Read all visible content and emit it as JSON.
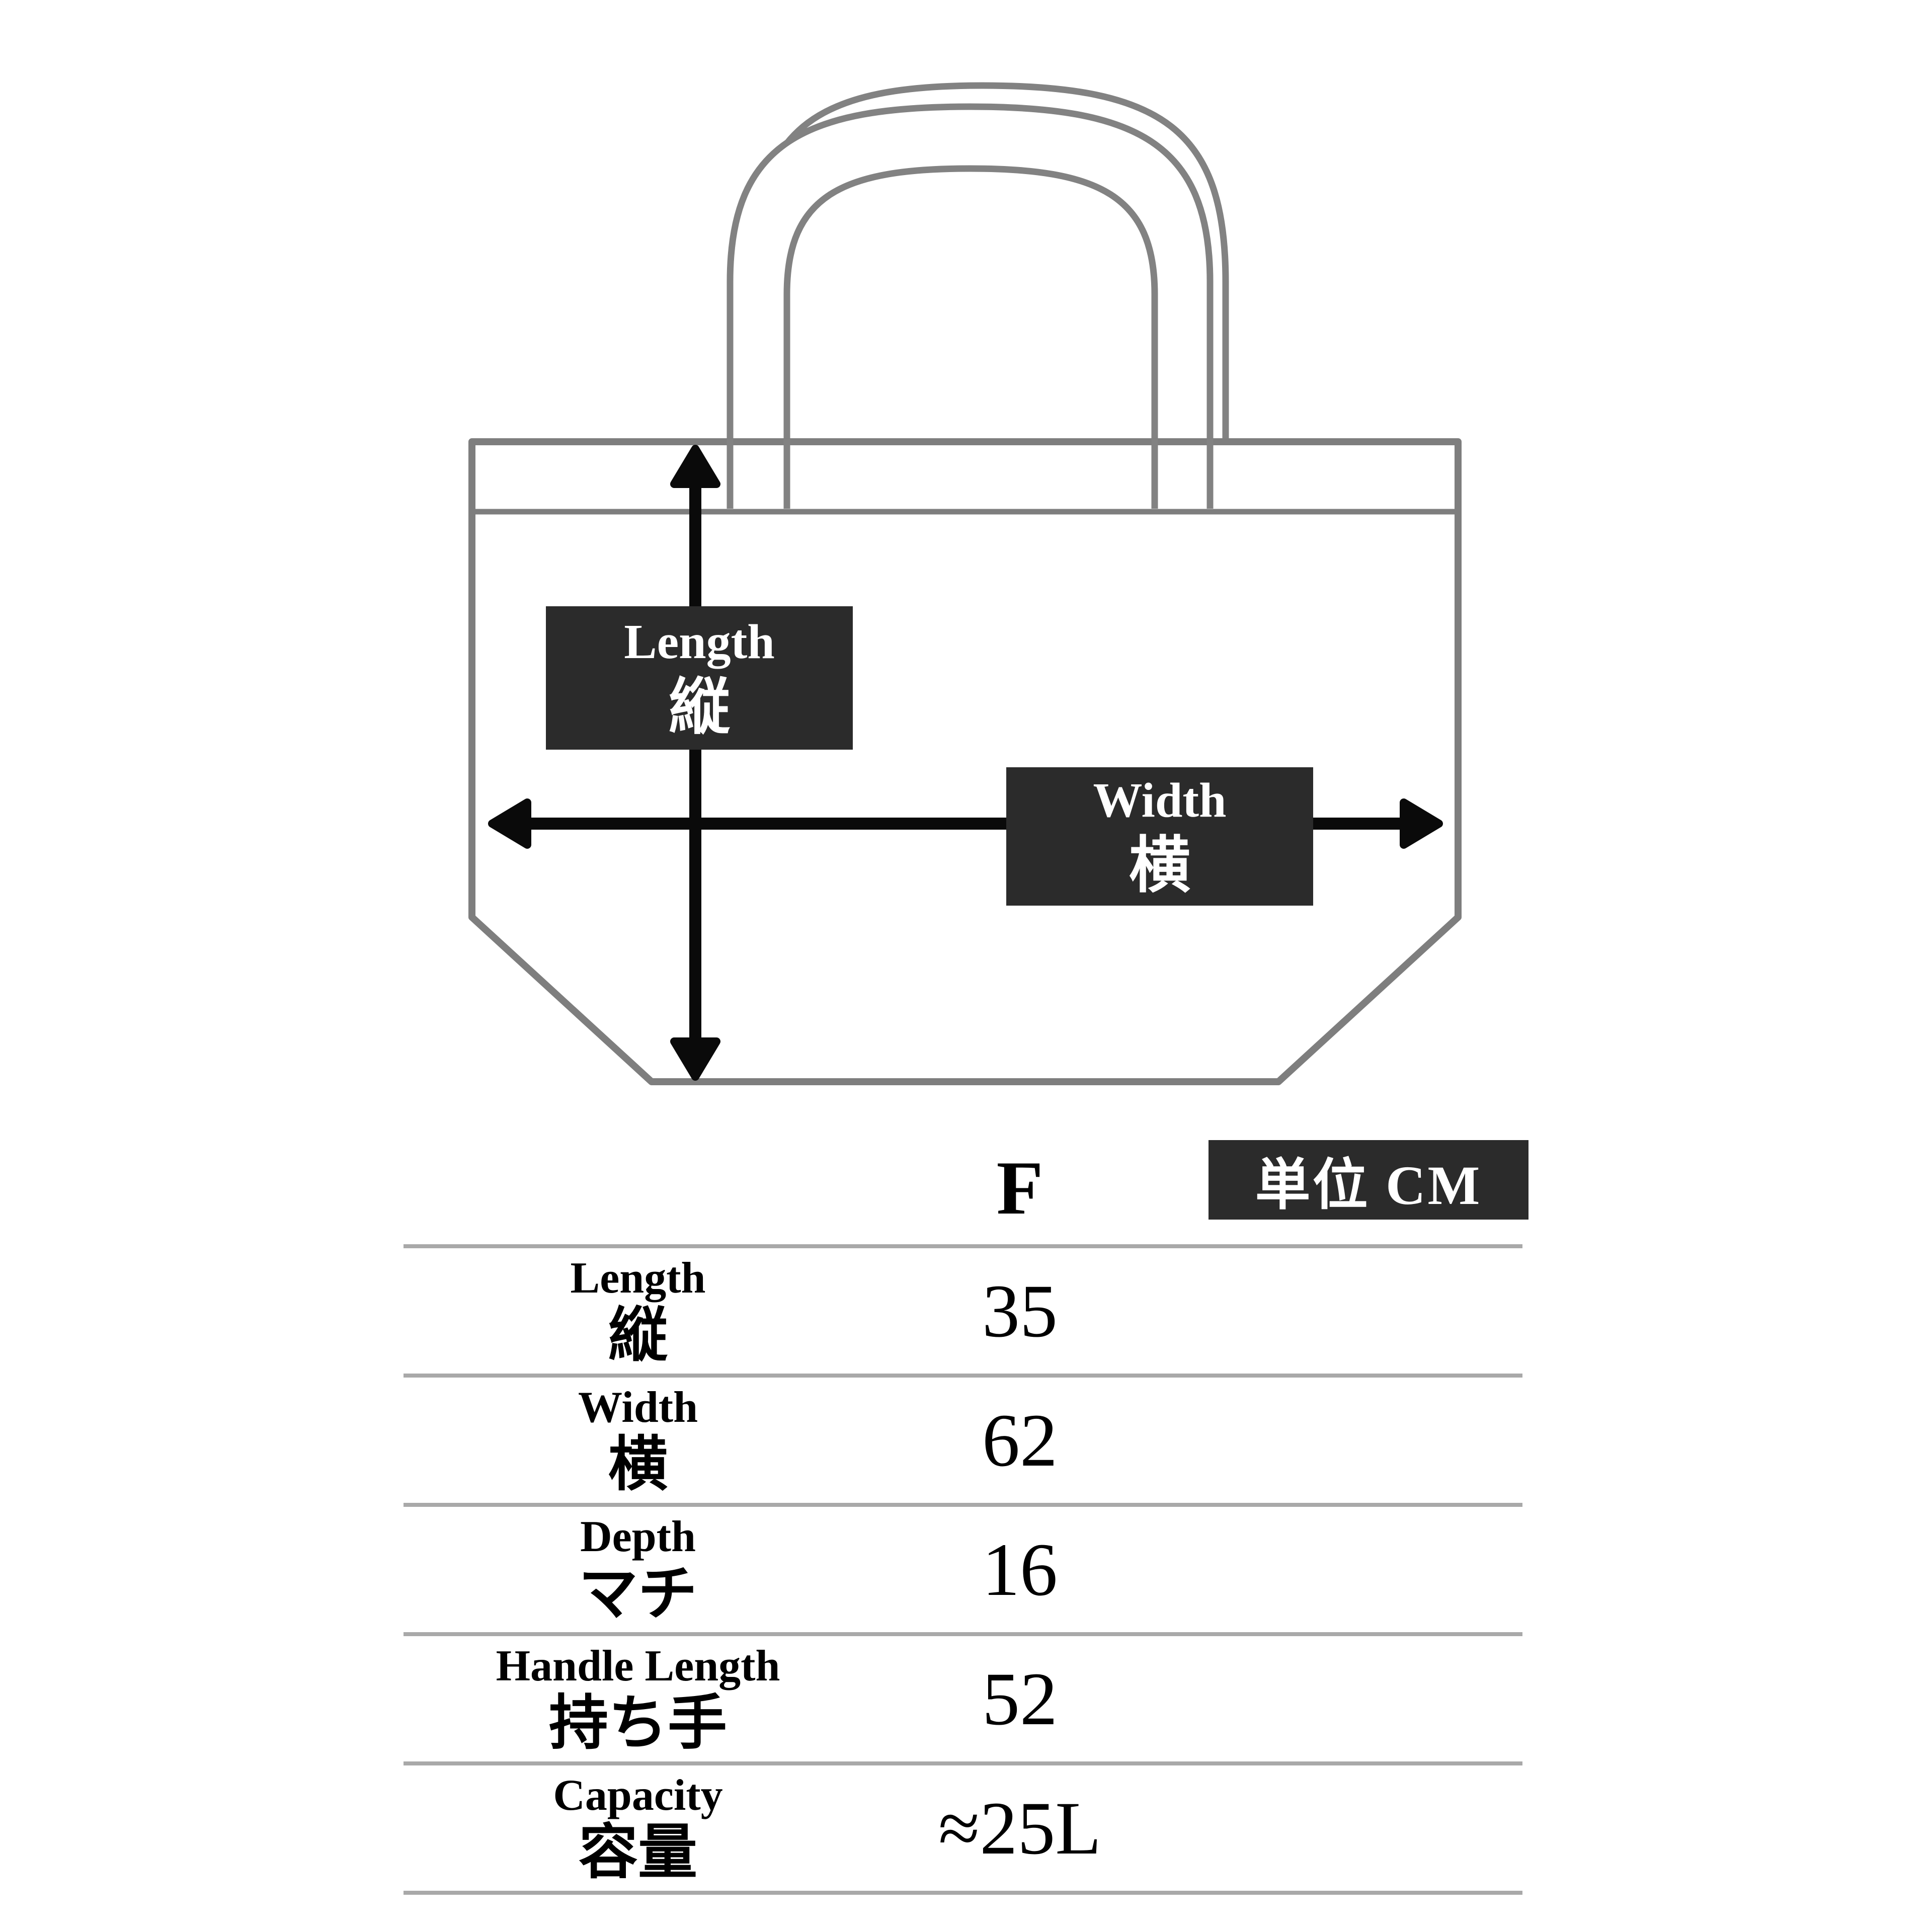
{
  "diagram": {
    "length_label": {
      "en": "Length",
      "ja": "縦"
    },
    "width_label": {
      "en": "Width",
      "ja": "横"
    }
  },
  "table": {
    "size_header": "F",
    "units_badge": "単位 CM",
    "rows": [
      {
        "en": "Length",
        "ja": "縦",
        "value": "35"
      },
      {
        "en": "Width",
        "ja": "横",
        "value": "62"
      },
      {
        "en": "Depth",
        "ja": "マチ",
        "value": "16"
      },
      {
        "en": "Handle Length",
        "ja": "持ち手",
        "value": "52"
      },
      {
        "en": "Capacity",
        "ja": "容量",
        "value": "≈25L"
      }
    ]
  },
  "colors": {
    "bag_outline": "#7e7e7e",
    "handle_outline": "#828282",
    "arrow": "#0a0a0a",
    "label_box": "#2b2b2b",
    "table_rule": "#a9a9a9",
    "text": "#000000",
    "background": "#ffffff"
  }
}
